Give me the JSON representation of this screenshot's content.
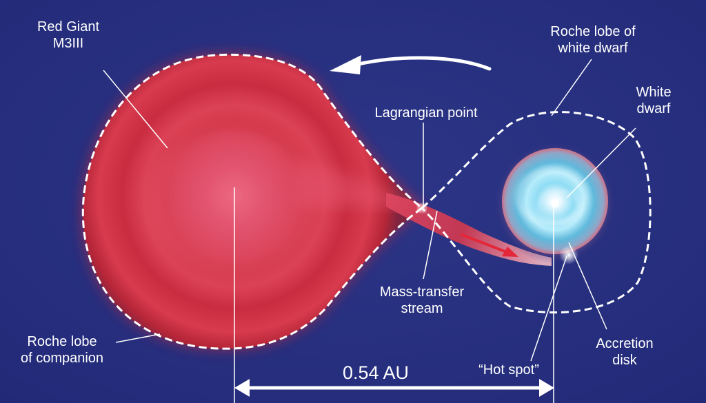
{
  "labels": {
    "red_giant": [
      "Red Giant",
      "M3III"
    ],
    "roche_lobe_wd": [
      "Roche lobe of",
      "white dwarf"
    ],
    "white_dwarf": [
      "White",
      "dwarf"
    ],
    "lagrangian_point": "Lagrangian point",
    "mass_transfer": [
      "Mass-transfer",
      "stream"
    ],
    "roche_lobe_companion": [
      "Roche lobe",
      "of companion"
    ],
    "accretion_disk": [
      "Accretion",
      "disk"
    ],
    "hot_spot": "“Hot spot”",
    "distance": "0.54 AU"
  },
  "colors": {
    "background": "#262e7e",
    "red_giant": "#d8304a",
    "accretion_disk": "#a9e4f6",
    "stream_arrow": "#e4283a",
    "lines": "#ffffff"
  },
  "icons": {
    "orbit_arrow": "curved-arrow-left-icon",
    "stream_arrow": "arrow-right-icon",
    "distance_arrow": "double-arrow-icon"
  }
}
